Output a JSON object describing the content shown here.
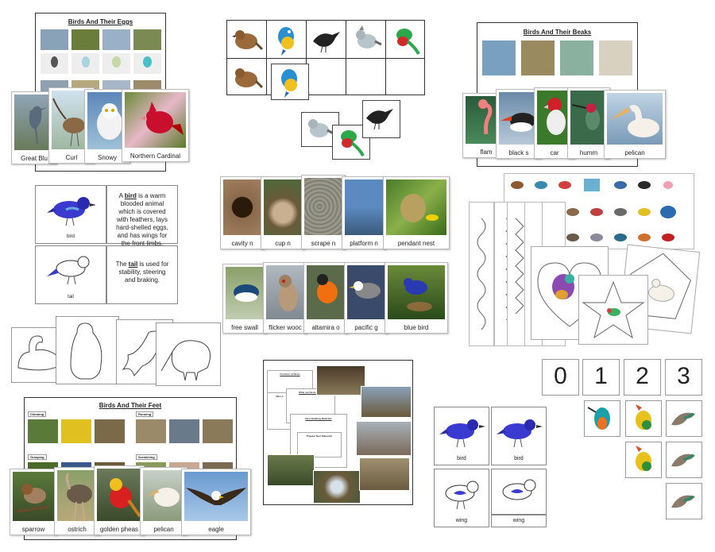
{
  "eggs_sheet": {
    "title": "Birds And Their Eggs",
    "cards": [
      "Great Blu",
      "Curl",
      "Snowy",
      "Northern Cardinal"
    ]
  },
  "beaks_sheet": {
    "title": "Birds And Their Beaks",
    "cards": [
      "flam",
      "black s",
      "car",
      "humm",
      "pelican"
    ]
  },
  "definitions": [
    {
      "label": "bird",
      "text_bold": "bird",
      "text_pre": "A",
      "text_post": "is a warm blooded animal which is covered with feathers, lays hard-shelled eggs, and has wings for the front limbs."
    },
    {
      "label": "tail",
      "text_bold": "tail",
      "text_pre": "The",
      "text_post": "is used for stability, steering and braking."
    }
  ],
  "nests": [
    "cavity n",
    "cup n",
    "scrape n",
    "platform n",
    "pendant nest"
  ],
  "birds_row": [
    "free swall",
    "flicker wooc",
    "altamira o",
    "pacific g",
    "blue bird"
  ],
  "feet_sheet": {
    "title": "Birds And Their Feet",
    "sections": [
      "Climbing",
      "Running",
      "Grasping",
      "Scratching"
    ],
    "cards": [
      "sparrow",
      "ostrich",
      "golden pheas",
      "pelican",
      "eagle"
    ]
  },
  "nests_doc": {
    "headings": [
      "Function of Nests",
      "Who b",
      "What are Nests Made",
      "Nest Building Materials",
      "Popular Nest Materials"
    ]
  },
  "parts_cards": [
    "bird",
    "bird",
    "wing",
    "wing"
  ],
  "numbers": [
    "0",
    "1",
    "2",
    "3"
  ],
  "colors": {
    "blue_bird": "#3a3ad0",
    "red_bird": "#c8102e",
    "yellow": "#e8c21a",
    "green": "#2f8f3a",
    "teal": "#1aa0a8"
  }
}
